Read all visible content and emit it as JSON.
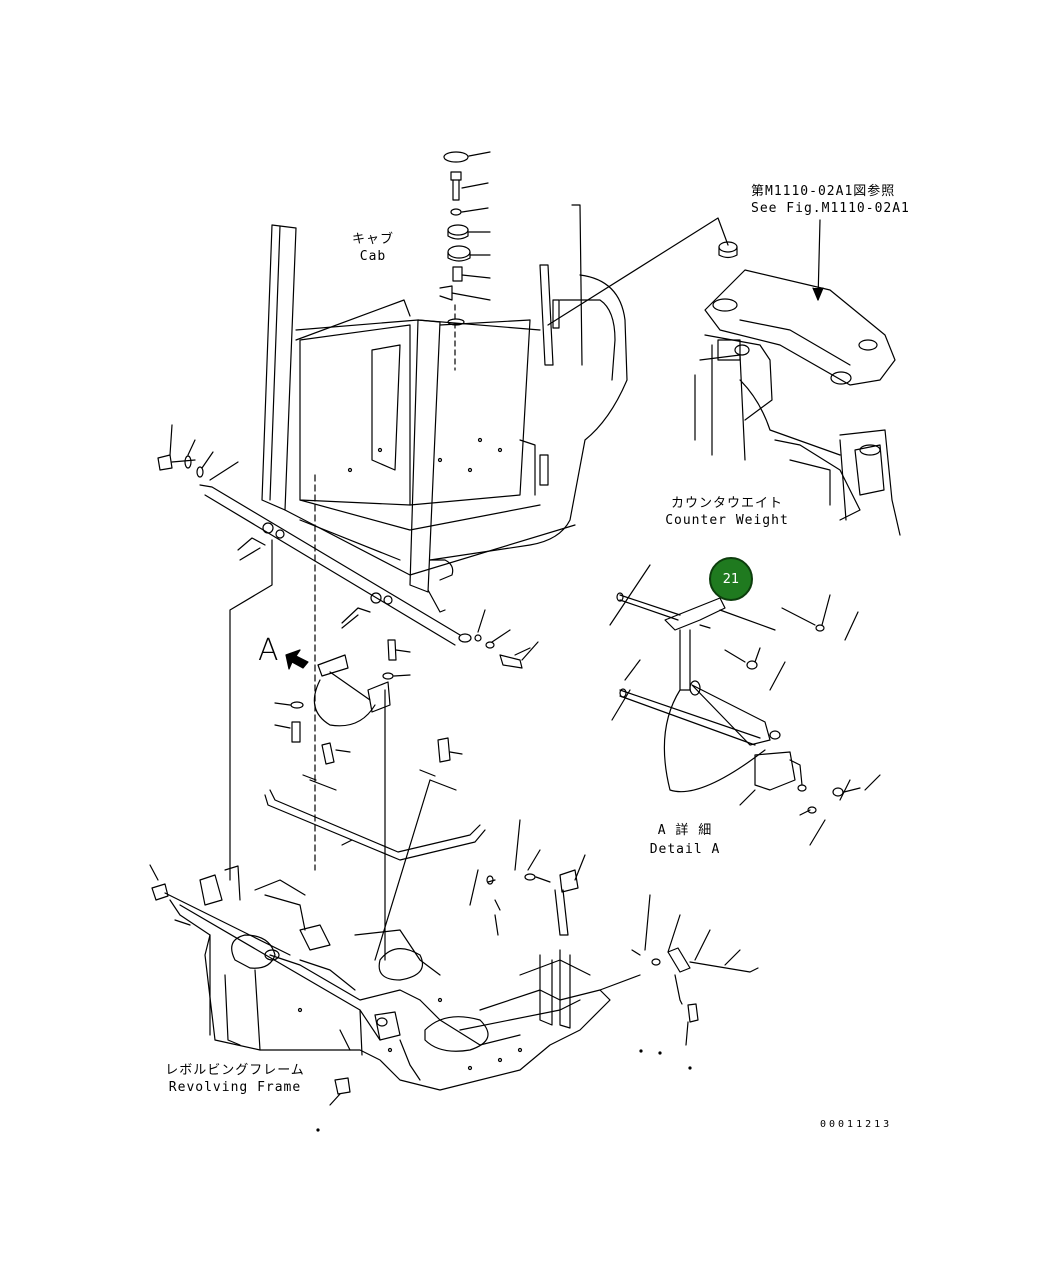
{
  "labels": {
    "cab_jp": "キャブ",
    "cab_en": "Cab",
    "see_fig_jp": "第M1110-02A1図参照",
    "see_fig_en": "See Fig.M1110-02A1",
    "counterweight_jp": "カウンタウエイト",
    "counterweight_en": "Counter Weight",
    "detail_letter": "A",
    "detail_jp": "A 詳 細",
    "detail_en": "Detail A",
    "revolving_jp": "レボルビングフレーム",
    "revolving_en": "Revolving Frame",
    "drawing_code": "00011213"
  },
  "callout": {
    "number": "21",
    "color": "#1f7a1f"
  }
}
